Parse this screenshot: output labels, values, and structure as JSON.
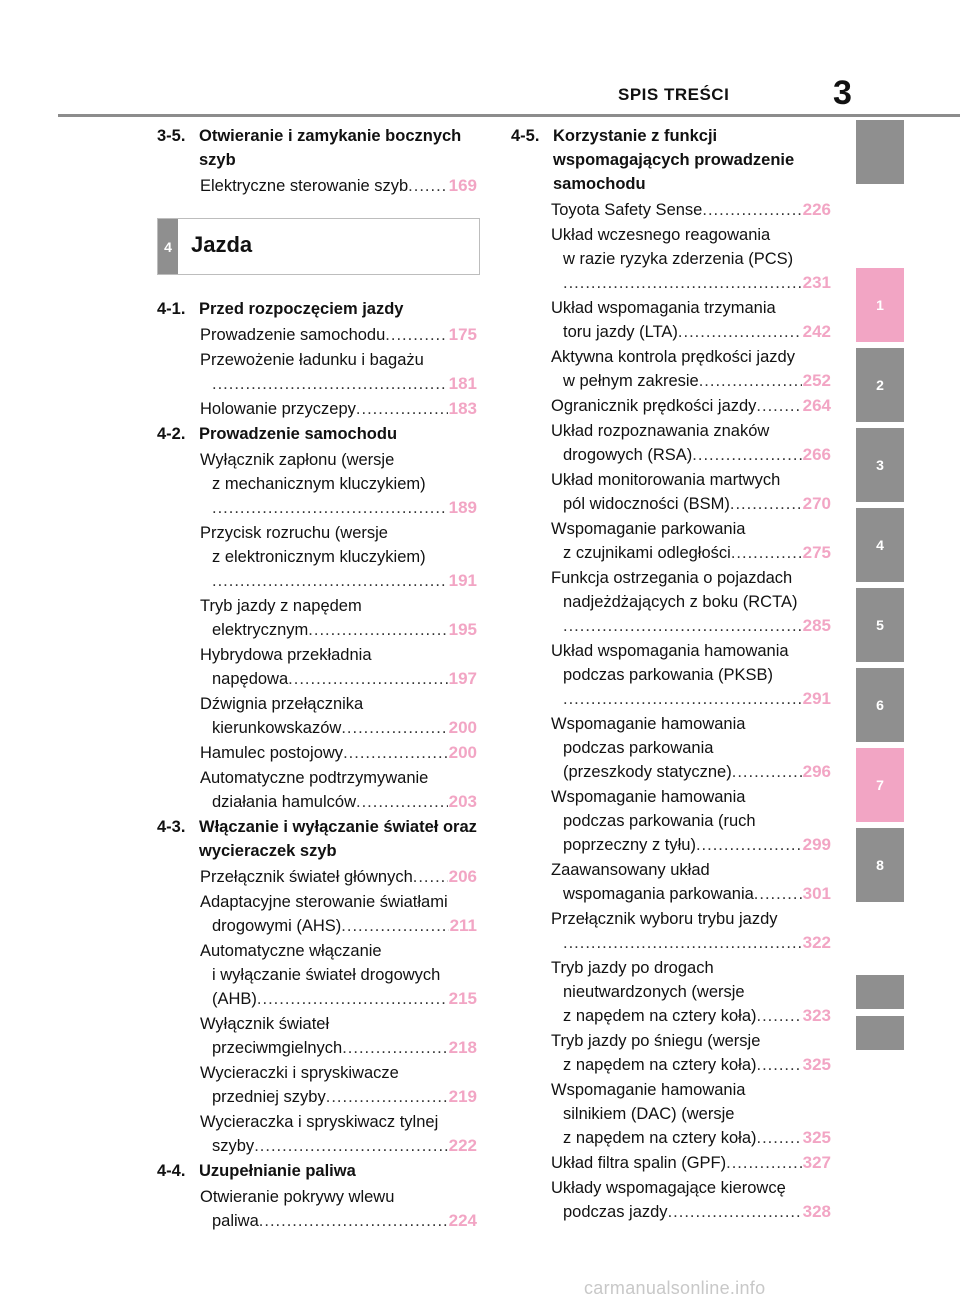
{
  "header": {
    "title": "SPIS TREŚCI",
    "page_number": "3"
  },
  "chapter_box": {
    "number": "4",
    "name": "Jazda"
  },
  "side_tabs": [
    "1",
    "2",
    "3",
    "4",
    "5",
    "6",
    "7",
    "8"
  ],
  "left_pre": {
    "number": "3-5.",
    "title": "Otwieranie i zamykanie bocznych szyb",
    "entries": [
      {
        "lines": [
          "Elektryczne sterowanie szyb"
        ],
        "page": "169"
      }
    ]
  },
  "left_sections": [
    {
      "number": "4-1.",
      "title": "Przed rozpoczęciem jazdy",
      "entries": [
        {
          "lines": [
            "Prowadzenie samochodu"
          ],
          "page": "175"
        },
        {
          "lines": [
            "Przewożenie ładunku i bagażu",
            ""
          ],
          "page": "181"
        },
        {
          "lines": [
            "Holowanie przyczepy"
          ],
          "page": "183"
        }
      ]
    },
    {
      "number": "4-2.",
      "title": "Prowadzenie samochodu",
      "entries": [
        {
          "lines": [
            "Wyłącznik zapłonu (wersje",
            "z mechanicznym kluczykiem)",
            ""
          ],
          "page": "189"
        },
        {
          "lines": [
            "Przycisk rozruchu (wersje",
            "z elektronicznym kluczykiem)",
            ""
          ],
          "page": "191"
        },
        {
          "lines": [
            "Tryb jazdy z napędem",
            "elektrycznym"
          ],
          "page": "195"
        },
        {
          "lines": [
            "Hybrydowa przekładnia",
            "napędowa"
          ],
          "page": "197"
        },
        {
          "lines": [
            "Dźwignia przełącznika",
            "kierunkowskazów"
          ],
          "page": "200"
        },
        {
          "lines": [
            "Hamulec postojowy"
          ],
          "page": "200"
        },
        {
          "lines": [
            "Automatyczne podtrzymywanie",
            "działania hamulców"
          ],
          "page": "203"
        }
      ]
    },
    {
      "number": "4-3.",
      "title": "Włączanie i wyłączanie świateł oraz wycieraczek szyb",
      "entries": [
        {
          "lines": [
            "Przełącznik świateł głównych"
          ],
          "page": "206"
        },
        {
          "lines": [
            "Adaptacyjne sterowanie światłami",
            "drogowymi (AHS)"
          ],
          "page": "211"
        },
        {
          "lines": [
            "Automatyczne włączanie",
            "i wyłączanie świateł drogowych",
            "(AHB)"
          ],
          "page": "215"
        },
        {
          "lines": [
            "Wyłącznik świateł",
            "przeciwmgielnych"
          ],
          "page": "218"
        },
        {
          "lines": [
            "Wycieraczki i spryskiwacze",
            "przedniej szyby"
          ],
          "page": "219"
        },
        {
          "lines": [
            "Wycieraczka i spryskiwacz tylnej",
            "szyby"
          ],
          "page": "222"
        }
      ]
    },
    {
      "number": "4-4.",
      "title": "Uzupełnianie paliwa",
      "entries": [
        {
          "lines": [
            "Otwieranie pokrywy wlewu",
            "paliwa"
          ],
          "page": "224"
        }
      ]
    }
  ],
  "right_sections": [
    {
      "number": "4-5.",
      "title": "Korzystanie z funkcji wspomagających prowadzenie samochodu",
      "entries": [
        {
          "lines": [
            "Toyota Safety Sense"
          ],
          "page": "226"
        },
        {
          "lines": [
            "Układ wczesnego reagowania",
            "w razie ryzyka zderzenia (PCS)",
            ""
          ],
          "page": "231"
        },
        {
          "lines": [
            "Układ wspomagania trzymania",
            "toru jazdy (LTA)"
          ],
          "page": "242"
        },
        {
          "lines": [
            "Aktywna kontrola prędkości jazdy",
            "w pełnym zakresie"
          ],
          "page": "252"
        },
        {
          "lines": [
            "Ogranicznik prędkości jazdy"
          ],
          "page": "264"
        },
        {
          "lines": [
            "Układ rozpoznawania znaków",
            "drogowych (RSA)"
          ],
          "page": "266"
        },
        {
          "lines": [
            "Układ monitorowania martwych",
            "pól widoczności (BSM)"
          ],
          "page": "270"
        },
        {
          "lines": [
            "Wspomaganie parkowania",
            "z czujnikami odległości"
          ],
          "page": "275"
        },
        {
          "lines": [
            "Funkcja ostrzegania o pojazdach",
            "nadjeżdżających z boku (RCTA)",
            ""
          ],
          "page": "285"
        },
        {
          "lines": [
            "Układ wspomagania hamowania",
            "podczas parkowania (PKSB)",
            ""
          ],
          "page": "291"
        },
        {
          "lines": [
            "Wspomaganie hamowania",
            "podczas parkowania",
            "(przeszkody statyczne)"
          ],
          "page": "296"
        },
        {
          "lines": [
            "Wspomaganie hamowania",
            "podczas parkowania (ruch",
            "poprzeczny z tyłu)"
          ],
          "page": "299"
        },
        {
          "lines": [
            "Zaawansowany układ",
            "wspomagania parkowania"
          ],
          "page": "301"
        },
        {
          "lines": [
            "Przełącznik wyboru trybu jazdy",
            ""
          ],
          "page": "322"
        },
        {
          "lines": [
            "Tryb jazdy po drogach",
            "nieutwardzonych (wersje",
            "z napędem na cztery koła)"
          ],
          "page": "323"
        },
        {
          "lines": [
            "Tryb jazdy po śniegu (wersje",
            "z napędem na cztery koła)"
          ],
          "page": "325"
        },
        {
          "lines": [
            "Wspomaganie hamowania",
            "silnikiem (DAC) (wersje",
            "z napędem na cztery koła)"
          ],
          "page": "325"
        },
        {
          "lines": [
            "Układ filtra spalin (GPF)"
          ],
          "page": "327"
        },
        {
          "lines": [
            "Układy wspomagające kierowcę",
            "podczas jazdy"
          ],
          "page": "328"
        }
      ]
    }
  ],
  "watermark": "carmanualsonline.info"
}
